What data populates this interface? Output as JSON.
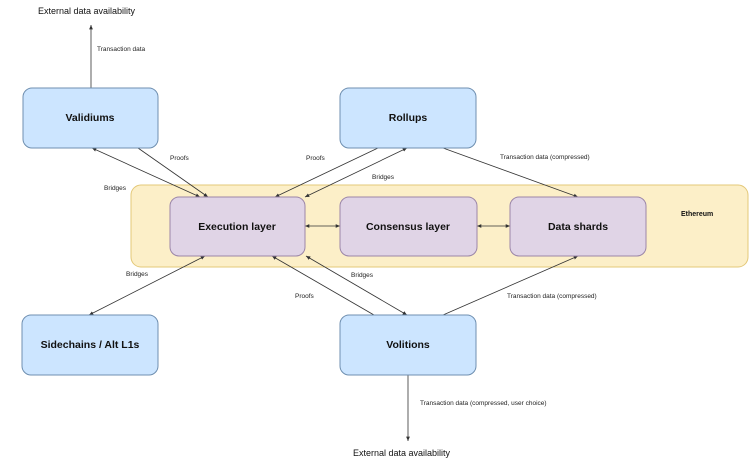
{
  "region": {
    "label": "Ethereum"
  },
  "nodes": {
    "validiums": "Validiums",
    "rollups": "Rollups",
    "execution": "Execution layer",
    "consensus": "Consensus layer",
    "shards": "Data shards",
    "sidechains": "Sidechains / Alt L1s",
    "volitions": "Volitions"
  },
  "external": {
    "top": "External data availability",
    "bottom": "External data availability"
  },
  "edge_labels": {
    "validium_tx": "Transaction data",
    "validium_proofs": "Proofs",
    "validium_bridges": "Bridges",
    "rollup_proofs": "Proofs",
    "rollup_bridges": "Bridges",
    "rollup_tx": "Transaction data (compressed)",
    "sidechain_bridges": "Bridges",
    "volition_proofs": "Proofs",
    "volition_bridges": "Bridges",
    "volition_tx_shards": "Transaction data (compressed)",
    "volition_tx_external": "Transaction data (compressed, user choice)"
  }
}
